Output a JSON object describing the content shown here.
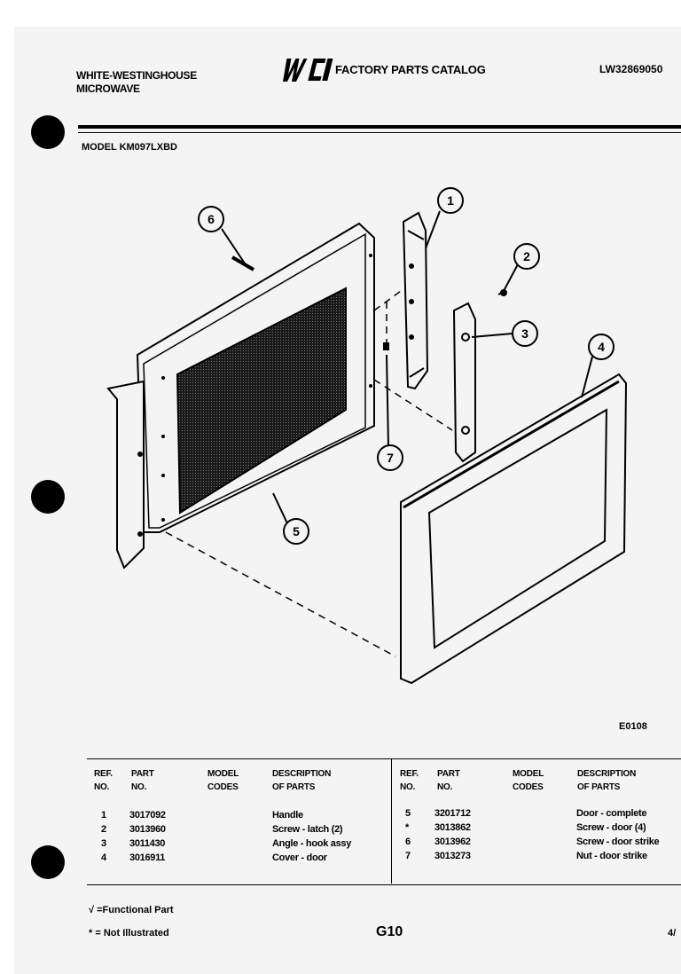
{
  "header": {
    "brand_line1": "WHITE-WESTINGHOUSE",
    "brand_line2": "MICROWAVE",
    "logo_text": "WCI",
    "catalog_title": "FACTORY PARTS CATALOG",
    "document_number": "LW32869050",
    "model_label": "MODEL KM097LXBD"
  },
  "diagram": {
    "figure_number": "E0108",
    "callouts": [
      "1",
      "2",
      "3",
      "4",
      "5",
      "6",
      "7"
    ]
  },
  "table": {
    "headers": {
      "ref_no": [
        "REF.",
        "NO."
      ],
      "part_no": [
        "PART",
        "NO."
      ],
      "model_codes": [
        "MODEL",
        "CODES"
      ],
      "description": [
        "DESCRIPTION",
        "OF PARTS"
      ]
    },
    "left_rows": [
      {
        "ref": "1",
        "part": "3017092",
        "desc": "Handle"
      },
      {
        "ref": "2",
        "part": "3013960",
        "desc": "Screw - latch (2)"
      },
      {
        "ref": "3",
        "part": "3011430",
        "desc": "Angle - hook assy"
      },
      {
        "ref": "4",
        "part": "3016911",
        "desc": "Cover - door"
      }
    ],
    "right_rows": [
      {
        "ref": "5",
        "part": "3201712",
        "desc": "Door - complete"
      },
      {
        "ref": "*",
        "part": "3013862",
        "desc": "Screw - door (4)"
      },
      {
        "ref": "6",
        "part": "3013962",
        "desc": "Screw - door strike"
      },
      {
        "ref": "7",
        "part": "3013273",
        "desc": "Nut - door strike"
      }
    ]
  },
  "footer": {
    "functional_note": "√ =Functional Part",
    "not_illustrated_note": "* = Not Illustrated",
    "page_code": "G10",
    "page_fraction": "4/"
  },
  "colors": {
    "ink": "#000000",
    "paper": "#f4f4f4",
    "screen_mesh": "#1a1a1a"
  }
}
